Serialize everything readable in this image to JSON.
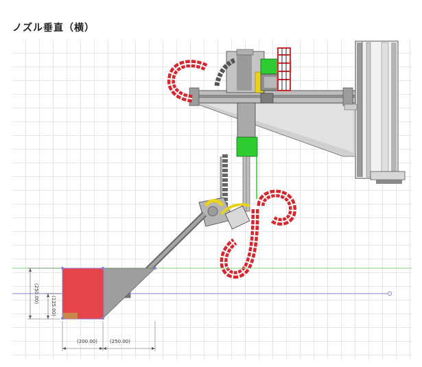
{
  "page": {
    "title": "ノズル垂直（横）"
  },
  "dimensions": {
    "height_total": "(250.00)",
    "height_half": "(125.00)",
    "width_left": "(200.00)",
    "width_right": "(250.00)"
  },
  "colors": {
    "chain": "#d6262e",
    "motor_green": "#2ecc30",
    "box_red": "#e3454a",
    "guide_green": "#7ed67e",
    "guide_purple": "#8a7fd6",
    "frame_gray": "#8c8c8c",
    "accent_yellow": "#e8d21e"
  }
}
